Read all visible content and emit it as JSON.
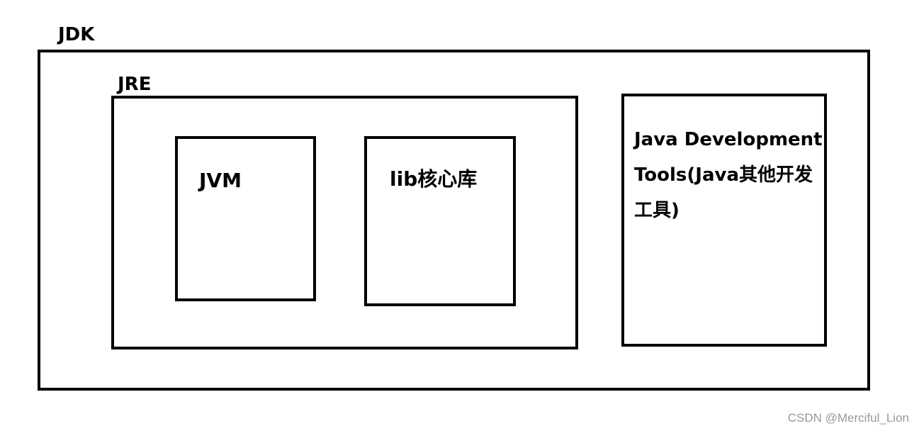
{
  "diagram": {
    "jdk_label": "JDK",
    "jre_label": "JRE",
    "jvm_label": "JVM",
    "lib_label": "lib核心库",
    "tools_label": "Java Development Tools(Java其他开发工具)"
  },
  "watermark": "CSDN @Merciful_Lion",
  "colors": {
    "stroke": "#000000",
    "background": "#ffffff",
    "watermark": "#999999"
  }
}
